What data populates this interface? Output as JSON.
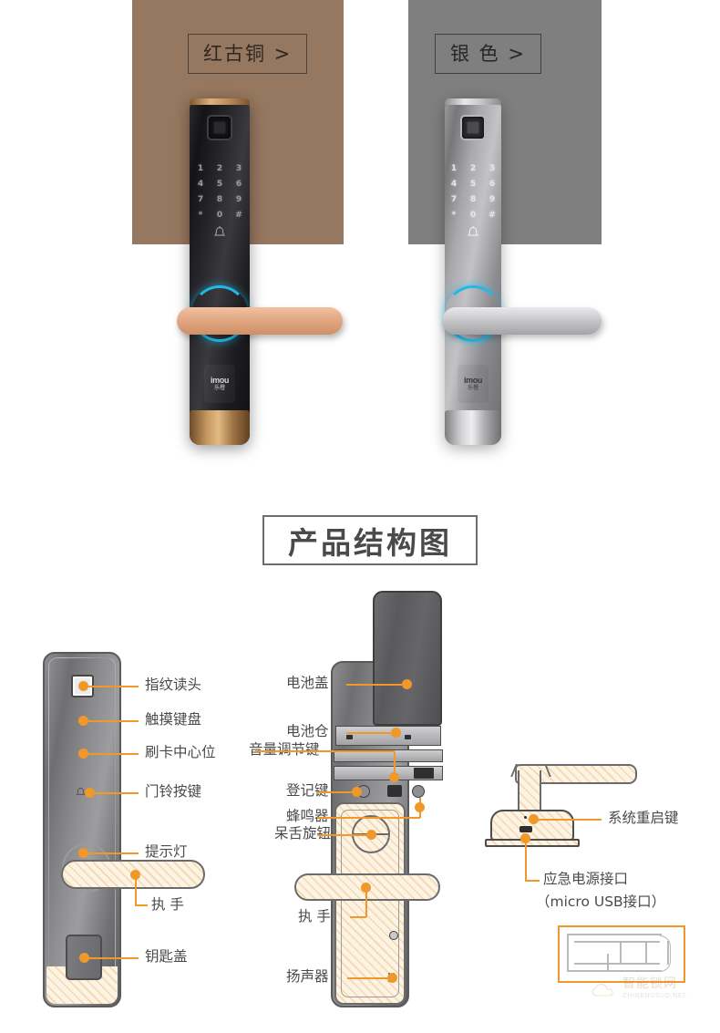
{
  "hero": {
    "variants": [
      {
        "name": "copper",
        "label": "红古铜 >",
        "bg_color": "#96775f",
        "keypad": [
          [
            "1",
            "2",
            "3"
          ],
          [
            "4",
            "5",
            "6"
          ],
          [
            "7",
            "8",
            "9"
          ],
          [
            "*",
            "0",
            "#"
          ]
        ],
        "brand_mark": "imou",
        "brand_sub": "乐橙"
      },
      {
        "name": "silver",
        "label": "银 色 >",
        "bg_color": "#7f7f7f",
        "keypad": [
          [
            "1",
            "2",
            "3"
          ],
          [
            "4",
            "5",
            "6"
          ],
          [
            "7",
            "8",
            "9"
          ],
          [
            "*",
            "0",
            "#"
          ]
        ],
        "brand_mark": "imou",
        "brand_sub": "乐橙"
      }
    ]
  },
  "section_title": {
    "text": "产品结构图"
  },
  "diagram": {
    "left_labels": [
      {
        "text": "指纹读头"
      },
      {
        "text": "触摸键盘"
      },
      {
        "text": "刷卡中心位"
      },
      {
        "text": "门铃按键"
      },
      {
        "text": "提示灯"
      },
      {
        "text": "执 手"
      },
      {
        "text": "钥匙盖"
      }
    ],
    "middle_labels": [
      {
        "text": "电池盖"
      },
      {
        "text": "电池仓"
      },
      {
        "text": "音量调节键"
      },
      {
        "text": "登记键"
      },
      {
        "text": "蜂鸣器"
      },
      {
        "text": "呆舌旋钮"
      },
      {
        "text": "执 手"
      },
      {
        "text": "扬声器"
      }
    ],
    "right_labels": [
      {
        "text": "系统重启键"
      },
      {
        "text": "应急电源接口"
      },
      {
        "text": "（micro USB接口）"
      }
    ]
  },
  "watermark": {
    "text": "智能锁网",
    "sub": "ZHINENGSUO.NET"
  },
  "colors": {
    "accent": "#f0982a",
    "copper_bg": "#96775f",
    "silver_bg": "#7f7f7f",
    "led": "#22b7e8"
  }
}
